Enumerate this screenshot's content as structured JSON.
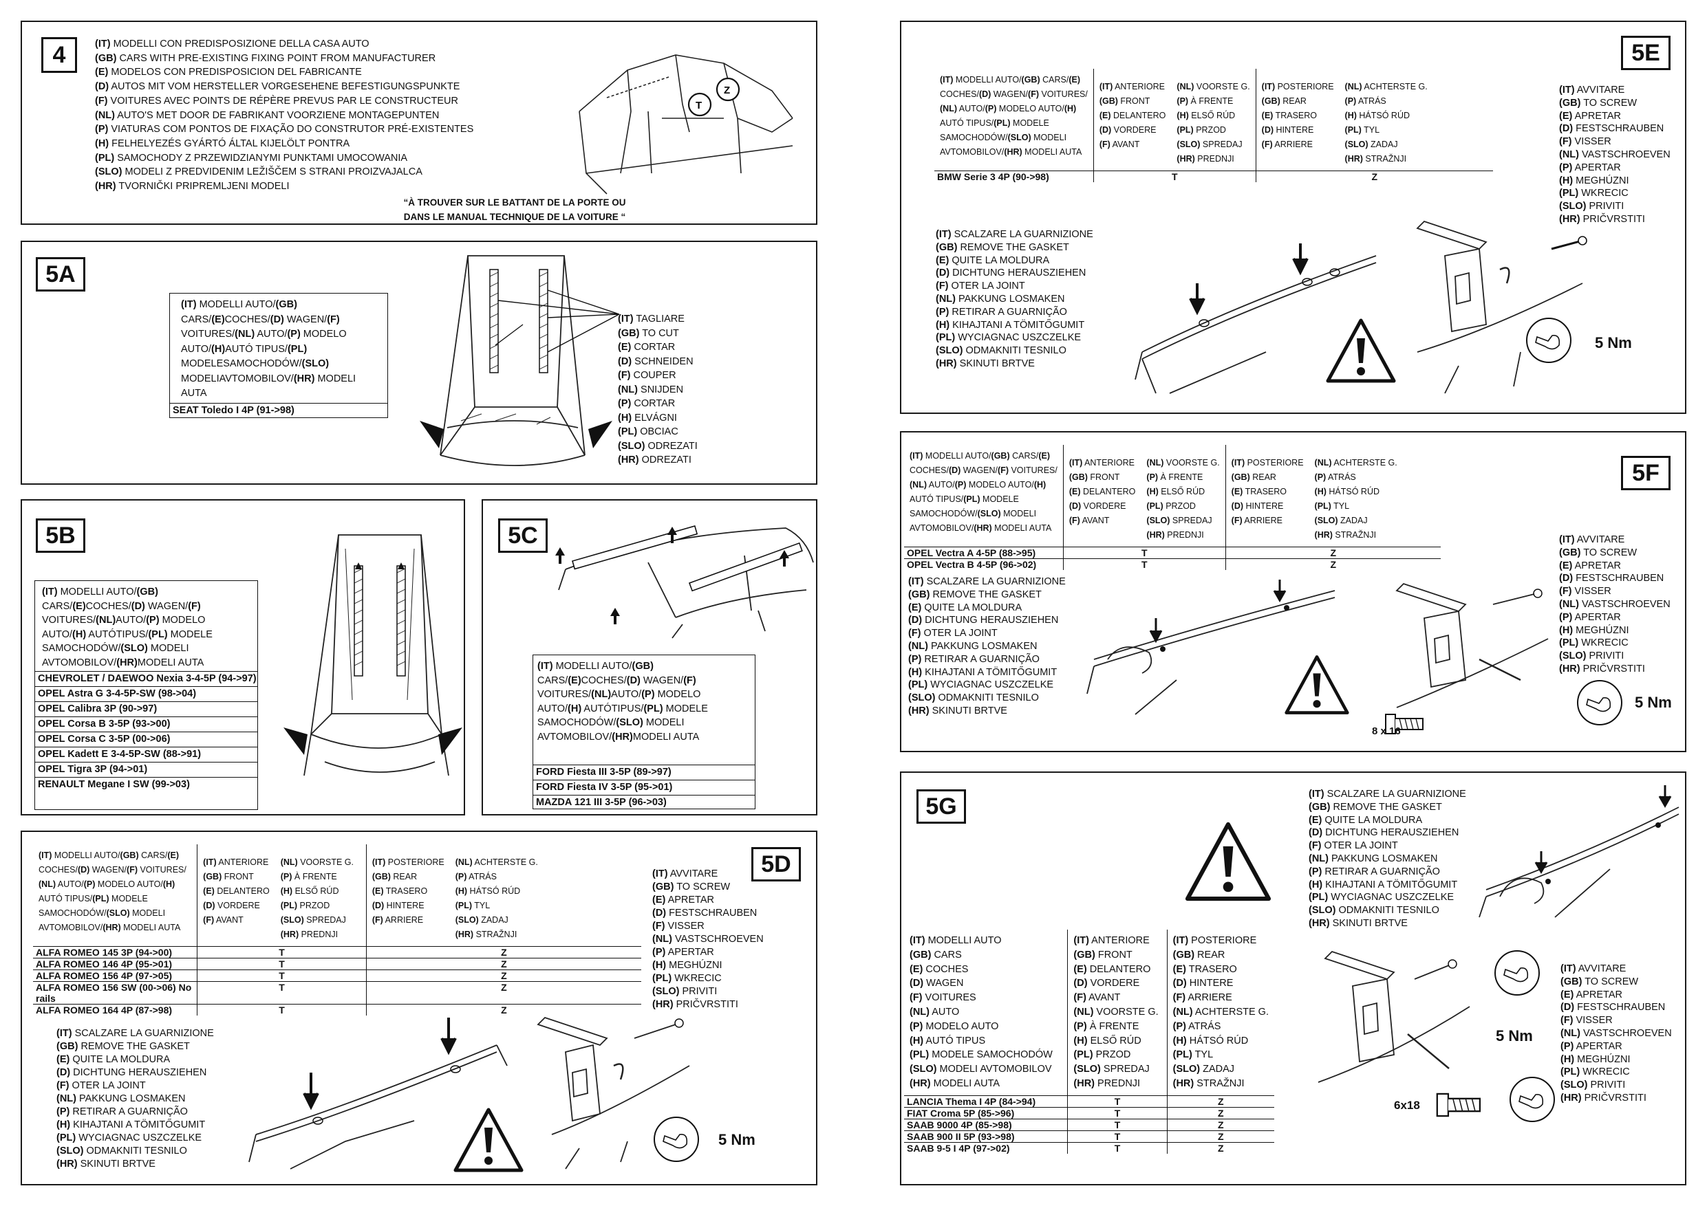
{
  "p4": {
    "tag": "4",
    "lines": [
      {
        "code": "(IT)",
        "text": " MODELLI CON PREDISPOSIZIONE DELLA CASA AUTO"
      },
      {
        "code": "(GB)",
        "text": " CARS WITH PRE-EXISTING FIXING POINT FROM MANUFACTURER"
      },
      {
        "code": "(E)",
        "text": " MODELOS CON PREDISPOSICION DEL FABRICANTE"
      },
      {
        "code": "(D)",
        "text": " AUTOS MIT VOM HERSTELLER VORGESEHENE BEFESTIGUNGSPUNKTE"
      },
      {
        "code": "(F)",
        "text": " VOITURES AVEC POINTS DE RÉPÈRE PREVUS PAR LE CONSTRUCTEUR"
      },
      {
        "code": "(NL)",
        "text": "  AUTO'S MET DOOR DE FABRIKANT VOORZIENE MONTAGEPUNTEN"
      },
      {
        "code": "(P)",
        "text": " VIATURAS COM  PONTOS DE FIXAÇÃO DO CONSTRUTOR PRÉ-EXISTENTES"
      },
      {
        "code": "(H)",
        "text": "  FELHELYEZÉS GYÁRTÓ ÁLTAL KIJELÖLT PONTRA"
      },
      {
        "code": "(PL)",
        "text": " SAMOCHODY Z PRZEWIDZIANYMI PUNKTAMI UMOCOWANIA"
      },
      {
        "code": "(SLO)",
        "text": " MODELI Z PREDVIDENIM LEŽIŠČEM S STRANI PROIZVAJALCA"
      },
      {
        "code": "(HR)",
        "text": " TVORNIČKI PRIPREMLJENI MODELI"
      }
    ],
    "note_line1": "“À TROUVER SUR LE BATTANT DE LA PORTE OU",
    "note_line2": "DANS LE MANUAL TECHNIQUE DE LA VOITURE “",
    "label_t": "T",
    "label_z": "Z"
  },
  "p5a": {
    "tag": "5A",
    "header_lines": [
      [
        {
          "b": "(IT)"
        },
        {
          "t": " MODELLI  AUTO/"
        },
        {
          "b": "(GB)"
        },
        {
          "t": " CARS/"
        },
        {
          "b": "(E)"
        }
      ],
      [
        {
          "t": "COCHES/"
        },
        {
          "b": "(D)"
        },
        {
          "t": " WAGEN/"
        },
        {
          "b": "(F)"
        },
        {
          "t": " VOITURES/"
        }
      ],
      [
        {
          "b": "(NL)"
        },
        {
          "t": " AUTO/"
        },
        {
          "b": "(P)"
        },
        {
          "t": " MODELO AUTO/"
        },
        {
          "b": "(H)"
        }
      ],
      [
        {
          "t": "AUTÓ TIPUS/"
        },
        {
          "b": "(PL)"
        },
        {
          "t": " MODELE"
        }
      ],
      [
        {
          "t": "SAMOCHODÓW/"
        },
        {
          "b": "(SLO)"
        },
        {
          "t": " MODELI"
        }
      ],
      [
        {
          "t": "AVTOMOBILOV/"
        },
        {
          "b": "(HR)"
        },
        {
          "t": " MODELI AUTA"
        }
      ]
    ],
    "models": [
      "SEAT Toledo I 4P (91->98)"
    ],
    "cut_lines": [
      {
        "code": "(IT)",
        "text": " TAGLIARE"
      },
      {
        "code": "(GB)",
        "text": " TO CUT"
      },
      {
        "code": "(E)",
        "text": " CORTAR"
      },
      {
        "code": "(D)",
        "text": " SCHNEIDEN"
      },
      {
        "code": "(F)",
        "text": " COUPER"
      },
      {
        "code": "(NL)",
        "text": " SNIJDEN"
      },
      {
        "code": "(P)",
        "text": " CORTAR"
      },
      {
        "code": "(H)",
        "text": " ELVÁGNI"
      },
      {
        "code": "(PL)",
        "text": " OBCIAC"
      },
      {
        "code": "(SLO)",
        "text": " ODREZATI"
      },
      {
        "code": "(HR)",
        "text": " ODREZATI"
      }
    ]
  },
  "p5b": {
    "tag": "5B",
    "header_lines": [
      [
        {
          "b": "(IT)"
        },
        {
          "t": " MODELLI AUTO/"
        },
        {
          "b": "(GB)"
        },
        {
          "t": " CARS/"
        },
        {
          "b": "(E)"
        }
      ],
      [
        {
          "t": "COCHES/"
        },
        {
          "b": "(D)"
        },
        {
          "t": " WAGEN/"
        },
        {
          "b": "(F)"
        },
        {
          "t": " VOITURES/"
        },
        {
          "b": "(NL)"
        }
      ],
      [
        {
          "t": "AUTO/"
        },
        {
          "b": "(P)"
        },
        {
          "t": " MODELO AUTO/"
        },
        {
          "b": "(H)"
        },
        {
          "t": " AUTÓ"
        }
      ],
      [
        {
          "t": "TIPUS/"
        },
        {
          "b": "(PL)"
        },
        {
          "t": " MODELE SAMOCHODÓW/"
        }
      ],
      [
        {
          "b": "(SLO)"
        },
        {
          "t": " MODELI AVTOMOBILOV/"
        },
        {
          "b": "(HR)"
        }
      ],
      [
        {
          "t": "MODELI AUTA"
        }
      ]
    ],
    "models": [
      "CHEVROLET / DAEWOO Nexia 3-4-5P (94->97)",
      "OPEL Astra G 3-4-5P-SW (98->04)",
      "OPEL Calibra 3P (90->97)",
      "OPEL Corsa B 3-5P (93->00)",
      "OPEL Corsa C 3-5P (00->06)",
      "OPEL Kadett E 3-4-5P-SW (88->91)",
      "OPEL Tigra 3P (94->01)",
      "RENAULT Megane I SW (99->03)"
    ]
  },
  "p5c": {
    "tag": "5C",
    "header_lines": [
      [
        {
          "b": "(IT)"
        },
        {
          "t": " MODELLI AUTO/"
        },
        {
          "b": "(GB)"
        },
        {
          "t": " CARS/"
        },
        {
          "b": "(E)"
        }
      ],
      [
        {
          "t": "COCHES/"
        },
        {
          "b": "(D)"
        },
        {
          "t": " WAGEN/"
        },
        {
          "b": "(F)"
        },
        {
          "t": " VOITURES/"
        },
        {
          "b": "(NL)"
        }
      ],
      [
        {
          "t": "AUTO/"
        },
        {
          "b": "(P)"
        },
        {
          "t": " MODELO AUTO/"
        },
        {
          "b": "(H)"
        },
        {
          "t": " AUTÓ"
        }
      ],
      [
        {
          "t": "TIPUS/"
        },
        {
          "b": "(PL)"
        },
        {
          "t": " MODELE SAMOCHODÓW/"
        }
      ],
      [
        {
          "b": "(SLO)"
        },
        {
          "t": " MODELI AVTOMOBILOV/"
        },
        {
          "b": "(HR)"
        }
      ],
      [
        {
          "t": "MODELI AUTA"
        }
      ]
    ],
    "models": [
      "FORD Fiesta III 3-5P (89->97)",
      "FORD Fiesta IV 3-5P (95->01)",
      "MAZDA 121 III 3-5P (96->03)"
    ]
  },
  "p5d": {
    "tag": "5D",
    "models": [
      {
        "name": "ALFA ROMEO 145 3P (94->00)",
        "front": "T",
        "rear": "Z"
      },
      {
        "name": "ALFA ROMEO 146 4P (95->01)",
        "front": "T",
        "rear": "Z"
      },
      {
        "name": "ALFA ROMEO 156 4P (97->05)",
        "front": "T",
        "rear": "Z"
      },
      {
        "name": "ALFA ROMEO 156 SW (00->06) No rails",
        "front": "T",
        "rear": "Z"
      },
      {
        "name": "ALFA ROMEO 164 4P (87->98)",
        "front": "T",
        "rear": "Z"
      }
    ],
    "torque": "5 Nm"
  },
  "p5e": {
    "tag": "5E",
    "models": [
      {
        "name": "BMW Serie 3 4P (90->98)",
        "front": "T",
        "rear": "Z"
      }
    ],
    "torque": "5 Nm"
  },
  "p5f": {
    "tag": "5F",
    "models": [
      {
        "name": "OPEL Vectra A 4-5P (88->95)",
        "front": "T",
        "rear": "Z"
      },
      {
        "name": "OPEL Vectra B 4-5P (96->02)",
        "front": "T",
        "rear": "Z"
      }
    ],
    "torque": "5 Nm",
    "screw_size": "8 x 16"
  },
  "p5g": {
    "tag": "5G",
    "col1": [
      {
        "code": "(IT)",
        "text": " MODELLI AUTO"
      },
      {
        "code": "(GB)",
        "text": " CARS"
      },
      {
        "code": "(E)",
        "text": " COCHES"
      },
      {
        "code": "(D)",
        "text": " WAGEN"
      },
      {
        "code": "(F)",
        "text": " VOITURES"
      },
      {
        "code": "(NL)",
        "text": " AUTO"
      },
      {
        "code": "(P)",
        "text": " MODELO AUTO"
      },
      {
        "code": "(H)",
        "text": " AUTÓ TIPUS"
      },
      {
        "code": "(PL)",
        "text": " MODELE SAMOCHODÓW"
      },
      {
        "code": "(SLO)",
        "text": " MODELI AVTOMOBILOV"
      },
      {
        "code": "(HR)",
        "text": " MODELI AUTA"
      }
    ],
    "col2": [
      {
        "code": "(IT)",
        "text": " ANTERIORE"
      },
      {
        "code": "(GB)",
        "text": " FRONT"
      },
      {
        "code": "(E)",
        "text": " DELANTERO"
      },
      {
        "code": "(D)",
        "text": " VORDERE"
      },
      {
        "code": "(F)",
        "text": " AVANT"
      },
      {
        "code": "(NL)",
        "text": " VOORSTE G."
      },
      {
        "code": "(P)",
        "text": " À FRENTE"
      },
      {
        "code": "(H)",
        "text": " ELSŐ RÚD"
      },
      {
        "code": "(PL)",
        "text": " PRZOD"
      },
      {
        "code": "(SLO)",
        "text": " SPREDAJ"
      },
      {
        "code": "(HR)",
        "text": " PREDNJI"
      }
    ],
    "col3": [
      {
        "code": "(IT)",
        "text": " POSTERIORE"
      },
      {
        "code": "(GB)",
        "text": " REAR"
      },
      {
        "code": "(E)",
        "text": " TRASERO"
      },
      {
        "code": "(D)",
        "text": " HINTERE"
      },
      {
        "code": "(F)",
        "text": " ARRIERE"
      },
      {
        "code": "(NL)",
        "text": " ACHTERSTE G."
      },
      {
        "code": "(P)",
        "text": " ATRÁS"
      },
      {
        "code": "(H)",
        "text": " HÁTSÓ RÚD"
      },
      {
        "code": "(PL)",
        "text": " TYL"
      },
      {
        "code": "(SLO)",
        "text": " ZADAJ"
      },
      {
        "code": "(HR)",
        "text": " STRAŽNJI"
      }
    ],
    "models": [
      {
        "name": "LANCIA Thema I 4P (84->94)",
        "front": "T",
        "rear": "Z"
      },
      {
        "name": "FIAT Croma 5P (85->96)",
        "front": "T",
        "rear": "Z"
      },
      {
        "name": "SAAB 9000 4P (85->98)",
        "front": "T",
        "rear": "Z"
      },
      {
        "name": "SAAB 900 II 5P (93->98)",
        "front": "T",
        "rear": "Z"
      },
      {
        "name": "SAAB 9-5 I 4P (97->02)",
        "front": "T",
        "rear": "Z"
      }
    ],
    "torque": "5 Nm",
    "screw_size": "6x18"
  },
  "common": {
    "models_header_lines": [
      [
        {
          "b": "(IT)"
        },
        {
          "t": " MODELLI  AUTO/"
        },
        {
          "b": "(GB)"
        },
        {
          "t": " CARS/"
        },
        {
          "b": "(E)"
        }
      ],
      [
        {
          "t": "COCHES/"
        },
        {
          "b": "(D)"
        },
        {
          "t": " WAGEN/"
        },
        {
          "b": "(F)"
        },
        {
          "t": " VOITURES/"
        }
      ],
      [
        {
          "b": "(NL)"
        },
        {
          "t": " AUTO/"
        },
        {
          "b": "(P)"
        },
        {
          "t": " MODELO AUTO/"
        },
        {
          "b": "(H)"
        }
      ],
      [
        {
          "t": "AUTÓ TIPUS/"
        },
        {
          "b": "(PL)"
        },
        {
          "t": " MODELE"
        }
      ],
      [
        {
          "t": "SAMOCHODÓW/"
        },
        {
          "b": "(SLO)"
        },
        {
          "t": " MODELI"
        }
      ],
      [
        {
          "t": "AVTOMOBILOV/"
        },
        {
          "b": "(HR)"
        },
        {
          "t": " MODELI AUTA"
        }
      ]
    ],
    "front_col": [
      {
        "code": "(IT)",
        "text": " ANTERIORE"
      },
      {
        "code": "(GB)",
        "text": " FRONT"
      },
      {
        "code": "(E)",
        "text": " DELANTERO"
      },
      {
        "code": "(D)",
        "text": " VORDERE"
      },
      {
        "code": "(F)",
        "text": " AVANT"
      }
    ],
    "front_col2": [
      {
        "code": "(NL)",
        "text": " VOORSTE G."
      },
      {
        "code": "(P)",
        "text": " À FRENTE"
      },
      {
        "code": "(H)",
        "text": " ELSŐ RÚD"
      },
      {
        "code": "(PL)",
        "text": " PRZOD"
      },
      {
        "code": "(SLO)",
        "text": " SPREDAJ"
      },
      {
        "code": "(HR)",
        "text": " PREDNJI"
      }
    ],
    "rear_col": [
      {
        "code": "(IT)",
        "text": " POSTERIORE"
      },
      {
        "code": "(GB)",
        "text": " REAR"
      },
      {
        "code": "(E)",
        "text": " TRASERO"
      },
      {
        "code": "(D)",
        "text": " HINTERE"
      },
      {
        "code": "(F)",
        "text": " ARRIERE"
      }
    ],
    "rear_col2": [
      {
        "code": "(NL)",
        "text": " ACHTERSTE G."
      },
      {
        "code": "(P)",
        "text": " ATRÁS"
      },
      {
        "code": "(H)",
        "text": " HÁTSÓ RÚD"
      },
      {
        "code": "(PL)",
        "text": " TYL"
      },
      {
        "code": "(SLO)",
        "text": " ZADAJ"
      },
      {
        "code": "(HR)",
        "text": " STRAŽNJI"
      }
    ],
    "gasket_lines": [
      {
        "code": "(IT)",
        "text": " SCALZARE LA GUARNIZIONE"
      },
      {
        "code": "(GB)",
        "text": " REMOVE THE GASKET"
      },
      {
        "code": "(E)",
        "text": " QUITE LA MOLDURA"
      },
      {
        "code": "(D)",
        "text": " DICHTUNG HERAUSZIEHEN"
      },
      {
        "code": "(F)",
        "text": " OTER LA JOINT"
      },
      {
        "code": "(NL)",
        "text": " PAKKUNG LOSMAKEN"
      },
      {
        "code": "(P)",
        "text": " RETIRAR A GUARNIÇÃO"
      },
      {
        "code": "(H)",
        "text": " KIHAJTANI A TÖMITŐGUMIT"
      },
      {
        "code": "(PL)",
        "text": " WYCIAGNAC USZCZELKE"
      },
      {
        "code": "(SLO)",
        "text": " ODMAKNITI TESNILO"
      },
      {
        "code": "(HR)",
        "text": " SKINUTI BRTVE"
      }
    ],
    "screw_lines": [
      {
        "code": "(IT)",
        "text": " AVVITARE"
      },
      {
        "code": "(GB)",
        "text": " TO SCREW"
      },
      {
        "code": "(E)",
        "text": " APRETAR"
      },
      {
        "code": "(D)",
        "text": " FESTSCHRAUBEN"
      },
      {
        "code": "(F)",
        "text": " VISSER"
      },
      {
        "code": "(NL)",
        "text": " VASTSCHROEVEN"
      },
      {
        "code": "(P)",
        "text": " APERTAR"
      },
      {
        "code": "(H)",
        "text": " MEGHÚZNI"
      },
      {
        "code": "(PL)",
        "text": " WKRECIC"
      },
      {
        "code": "(SLO)",
        "text": " PRIVITI"
      },
      {
        "code": "(HR)",
        "text": " PRIČVRSTITI"
      }
    ]
  }
}
